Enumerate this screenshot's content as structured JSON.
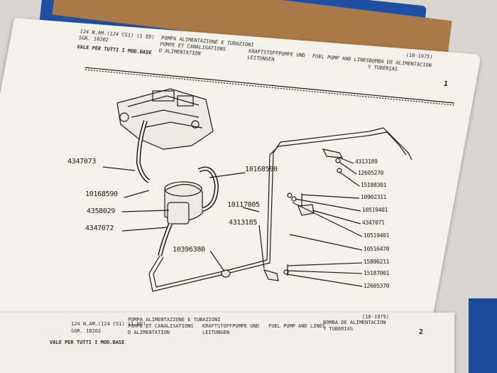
{
  "page1": {
    "header": {
      "model": "124 N.AM.(124 CS1) (1 ED)",
      "sgr": "SGR. 10202",
      "title_it": "POMPA ALIMENTAZIONE E TUBAZIONI",
      "title_fr": "POMPE ET CANALISATIONS",
      "title_fr2": "D ALIMENTATION",
      "title_de": "KRAFTSTOFFPUMPE UND",
      "title_de2": "LEITUNGEN",
      "title_en": "FUEL PUMP AND LINES",
      "title_es": "BOMBA DE ALIMENTACION",
      "title_es2": "Y TUBERIAS",
      "date": "(10-1975)",
      "validity": "VALE PER TUTTI I MOD.BASE",
      "page_number": "1"
    },
    "callouts": {
      "c1": "4347073",
      "c2": "10168590",
      "c3": "10168590",
      "c4": "4358029",
      "c5": "4347072",
      "c6": "10117005",
      "c7": "4313185",
      "c8": "10396380",
      "c9": "4313189",
      "c10": "12605270",
      "c11": "15188301",
      "c12": "10902311",
      "c13": "10519401",
      "c14": "4347071",
      "c15": "10519401",
      "c16": "10516470",
      "c17": "15896211",
      "c18": "15187001",
      "c19": "12605370"
    }
  },
  "page2": {
    "header": {
      "model": "124 N.AM.(124 CS1) (1 ED)",
      "sgr": "SGR. 10202",
      "title_it": "POMPA ALIMENTAZIONE E TUBAZIONI",
      "title_fr": "POMPE ET CANALISATIONS",
      "title_fr2": "D ALIMENTATION",
      "title_de": "KRAFTSTOFFPUMPE UND",
      "title_de2": "LEITUNGEN",
      "title_en": "FUEL PUMP AND LINES",
      "title_es": "BOMBA DE ALIMENTACION",
      "title_es2": "Y TUBERIAS",
      "date": "(10-1975)",
      "validity": "VALE PER TUTTI I MOD.BASE",
      "page_number": "2"
    }
  }
}
